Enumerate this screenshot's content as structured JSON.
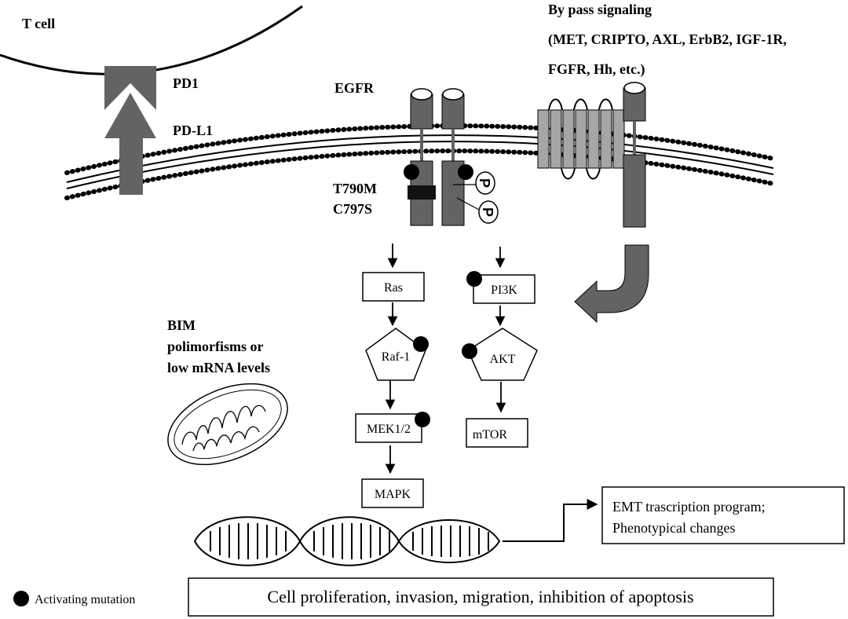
{
  "labels": {
    "t_cell": "T cell",
    "pd1": "PD1",
    "pdl1": "PD-L1",
    "egfr": "EGFR",
    "bypass_line1": "By pass signaling",
    "bypass_line2": "(MET, CRIPTO, AXL, ErbB2, IGF-1R,",
    "bypass_line3": "FGFR, Hh, etc.)",
    "mutation1": "T790M",
    "mutation2": "C797S",
    "phospho": "P",
    "bim_line1": "BIM",
    "bim_line2": "polimorfisms or",
    "bim_line3": "low mRNA levels",
    "legend": "Activating mutation"
  },
  "nodes": {
    "ras": "Ras",
    "raf1": "Raf-1",
    "mek": "MEK1/2",
    "mapk": "MAPK",
    "pi3k": "PI3K",
    "akt": "AKT",
    "mtor": "mTOR"
  },
  "outcomes": {
    "emt_line1": "EMT trascription program;",
    "emt_line2": "Phenotypical changes",
    "proliferation": "Cell proliferation, invasion, migration, inhibition of apoptosis"
  },
  "colors": {
    "receptor": "#636363",
    "bypass_bars": "#a6a6a6",
    "mutation_dot": "#000000"
  }
}
